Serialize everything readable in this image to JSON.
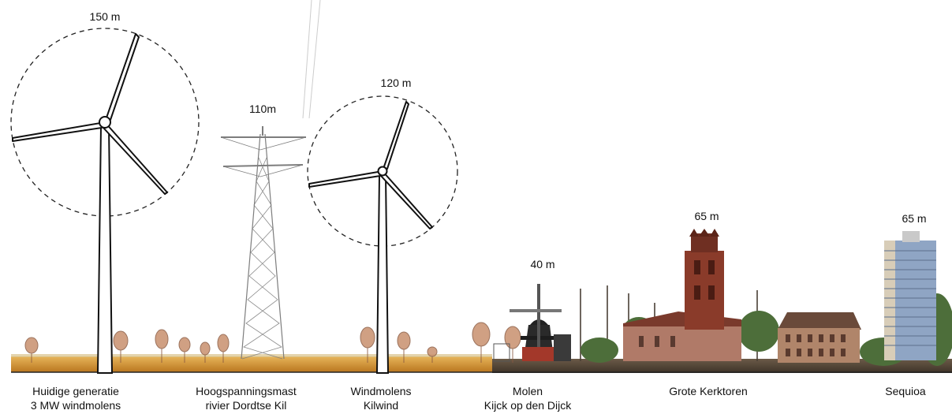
{
  "objects": [
    {
      "id": "turbine-3mw",
      "height": "150 m",
      "caption": [
        "Huidige generatie",
        "3 MW windmolens"
      ]
    },
    {
      "id": "pylon",
      "height": "110m",
      "caption": [
        "Hoogspanningsmast",
        "rivier Dordtse Kil"
      ]
    },
    {
      "id": "turbine-kilwind",
      "height": "120 m",
      "caption": [
        "Windmolens",
        "Kilwind"
      ]
    },
    {
      "id": "molen",
      "height": "40 m",
      "caption": [
        "Molen",
        "Kijck op den Dijck"
      ]
    },
    {
      "id": "kerktoren",
      "height": "65 m",
      "caption": [
        "Grote Kerktoren"
      ]
    },
    {
      "id": "sequioa",
      "height": "65 m",
      "caption": [
        "Sequioa"
      ]
    }
  ],
  "colors": {
    "field": "#c98a2a",
    "brick": "#8a3b2a",
    "roof": "#6a4030",
    "tower-glass": "#8fa5c4",
    "trees": "#3f6a35",
    "water": "#4a4a44"
  }
}
